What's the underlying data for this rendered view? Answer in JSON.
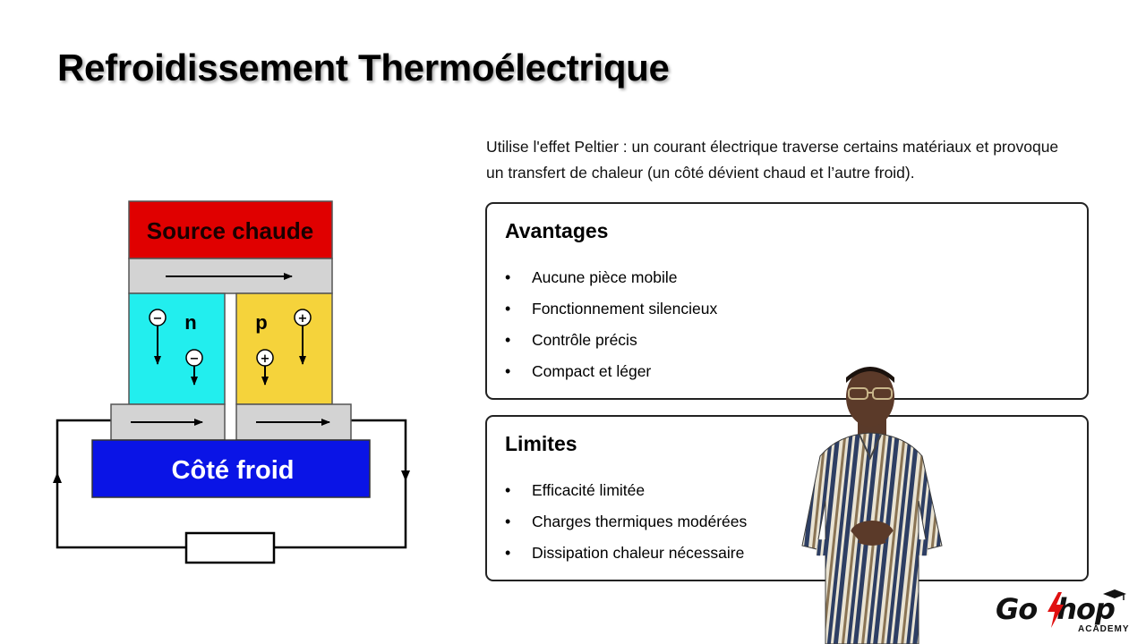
{
  "slide": {
    "title": "Refroidissement Thermoélectrique",
    "intro_line1": "Utilise l'effet Peltier : un courant électrique traverse certains matériaux et provoque",
    "intro_line2": "un transfert de chaleur (un côté dévient chaud et l’autre froid)."
  },
  "advantages": {
    "heading": "Avantages",
    "items": [
      "Aucune pièce mobile",
      "Fonctionnement silencieux",
      "Contrôle précis",
      "Compact et léger"
    ]
  },
  "limits": {
    "heading": "Limites",
    "items": [
      "Efficacité limitée",
      "Charges thermiques modérées",
      "Dissipation chaleur nécessaire"
    ]
  },
  "diagram": {
    "hot_label": "Source chaude",
    "cold_label": "Côté froid",
    "n_label": "n",
    "p_label": "p",
    "minus": "−",
    "plus": "+"
  },
  "logo": {
    "go": "Go",
    "hop": "hop",
    "sub": "ACADEMY"
  },
  "colors": {
    "hot": "#e00000",
    "cold": "#0a14e6",
    "n_type": "#22eeee",
    "p_type": "#f5d33b",
    "plate": "#d3d3d3",
    "bolt": "#e01010"
  }
}
